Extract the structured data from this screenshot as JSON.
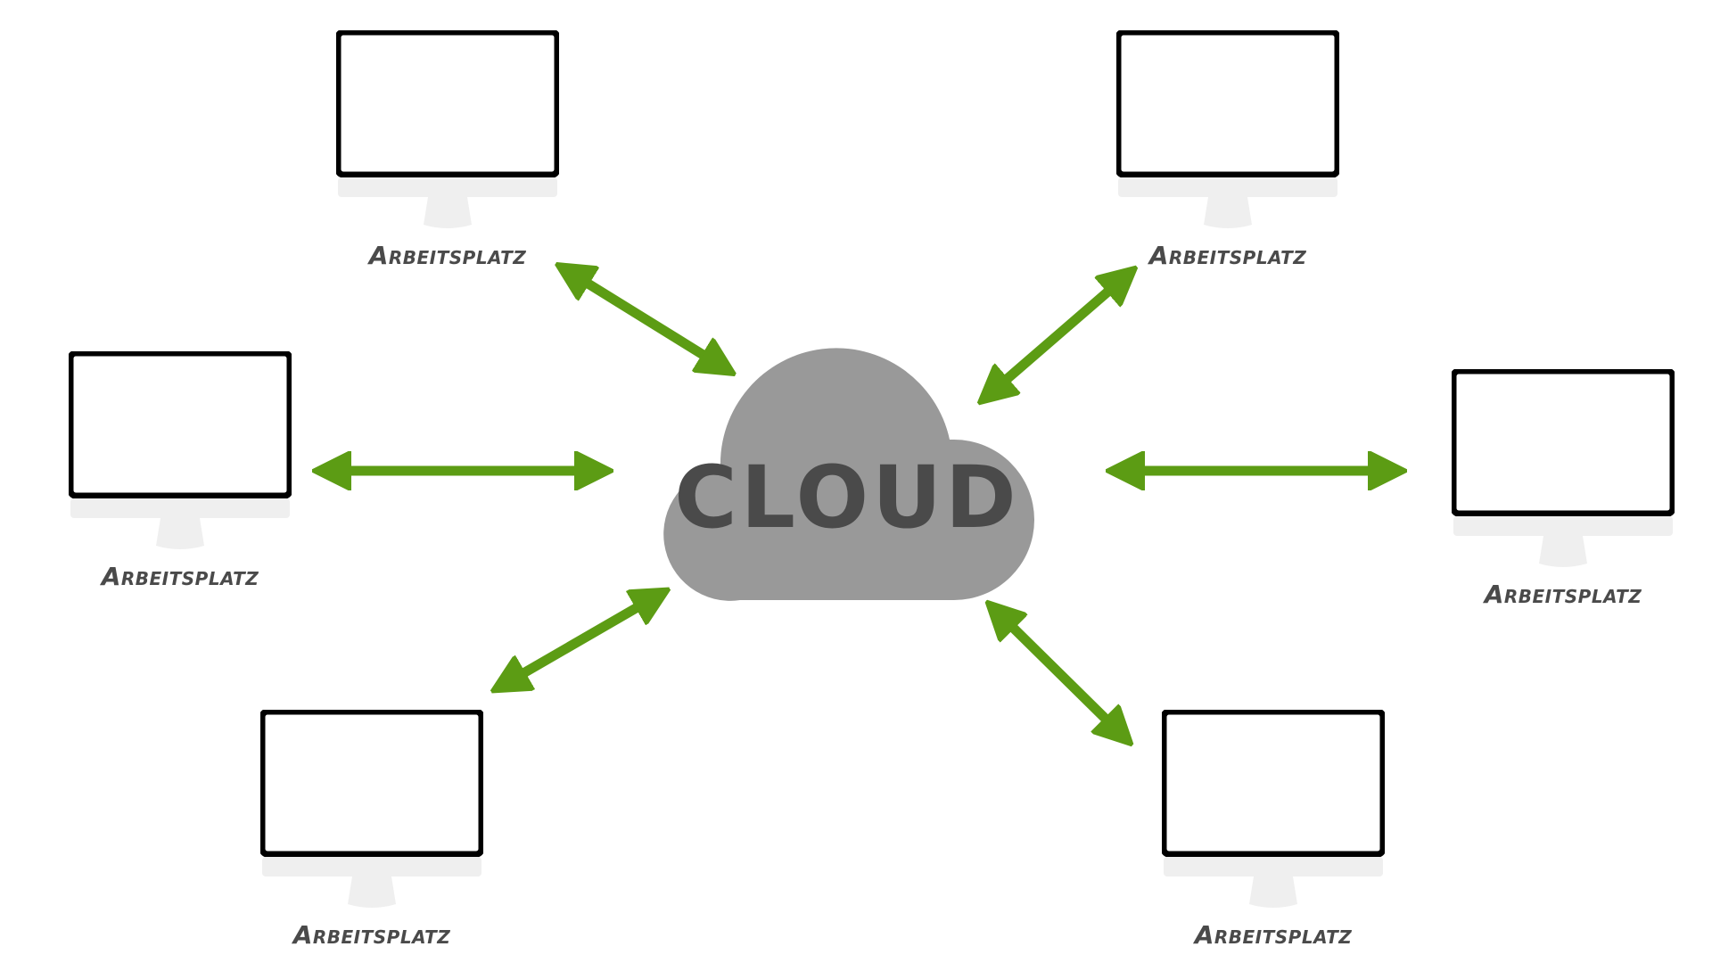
{
  "cloud": {
    "label": "CLOUD",
    "icon": "cloud-icon",
    "color": "#999999",
    "text_color": "#4a4a4a"
  },
  "workstations": [
    {
      "label": "Arbeitsplatz",
      "icon": "monitor-icon"
    },
    {
      "label": "Arbeitsplatz",
      "icon": "monitor-icon"
    },
    {
      "label": "Arbeitsplatz",
      "icon": "monitor-icon"
    },
    {
      "label": "Arbeitsplatz",
      "icon": "monitor-icon"
    },
    {
      "label": "Arbeitsplatz",
      "icon": "monitor-icon"
    },
    {
      "label": "Arbeitsplatz",
      "icon": "monitor-icon"
    }
  ],
  "connections": {
    "color": "#5c9c14",
    "direction": "bidirectional"
  }
}
